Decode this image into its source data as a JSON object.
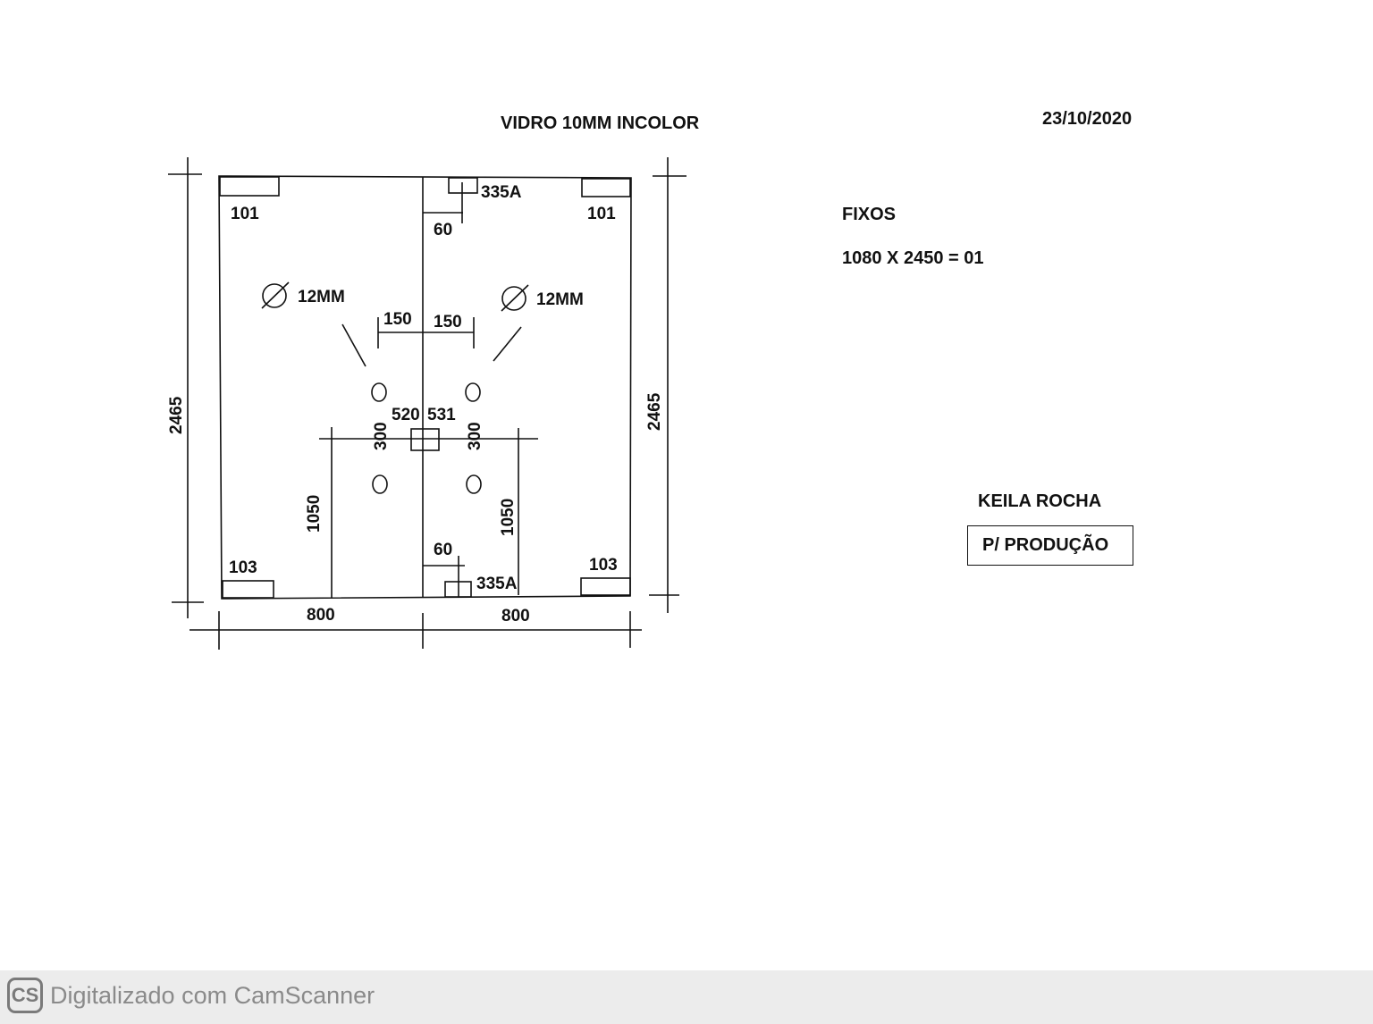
{
  "header": {
    "title": "VIDRO 10MM INCOLOR",
    "date": "23/10/2020"
  },
  "drawing": {
    "overall_height_left": "2465",
    "overall_height_right": "2465",
    "width_left": "800",
    "width_right": "800",
    "hinge_top_left": "101",
    "hinge_top_right": "101",
    "hinge_bottom_left": "103",
    "hinge_bottom_right": "103",
    "pivot_top": "335A",
    "pivot_bottom": "335A",
    "offset_top": "60",
    "offset_bottom": "60",
    "hole_diameter_left": "12MM",
    "hole_diameter_right": "12MM",
    "hole_spacing_left": "150",
    "hole_spacing_right": "150",
    "lock_left": "520",
    "lock_right": "531",
    "hole_vertical_left": "300",
    "hole_vertical_right": "300",
    "handle_height_left": "1050",
    "handle_height_right": "1050"
  },
  "notes": {
    "section": "FIXOS",
    "spec": "1080 X 2450 = 01"
  },
  "client": {
    "name": "KEILA ROCHA",
    "status": "P/ PRODUÇÃO"
  },
  "footer": {
    "logo": "CS",
    "text": "Digitalizado com CamScanner"
  }
}
